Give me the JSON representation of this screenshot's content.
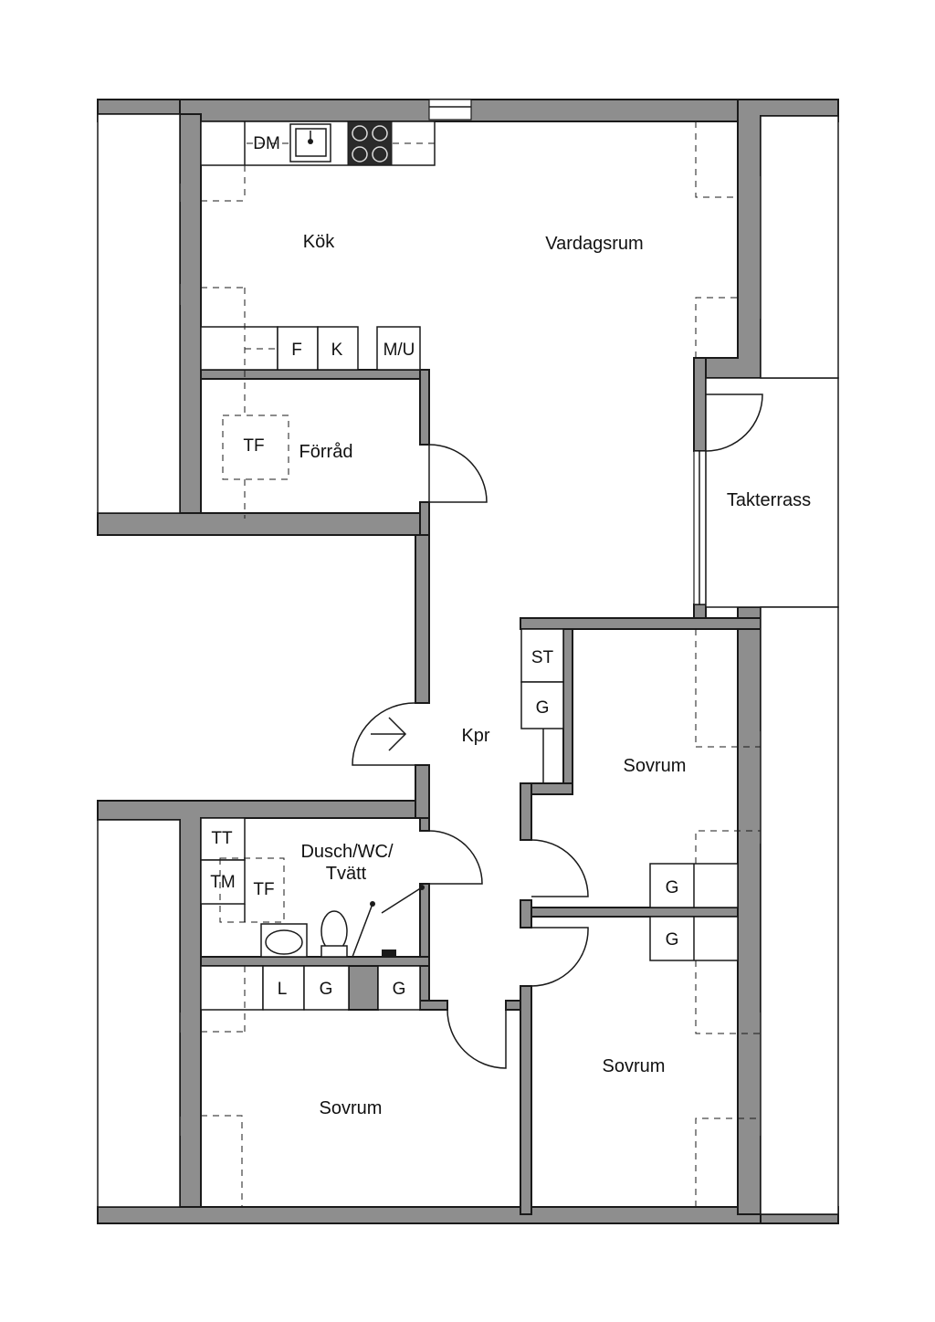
{
  "rooms": {
    "kok": "Kök",
    "vardagsrum": "Vardagsrum",
    "forrad": "Förråd",
    "takterrass": "Takterrass",
    "kpr": "Kpr",
    "sovrum_mid": "Sovrum",
    "dusch_line1": "Dusch/WC/",
    "dusch_line2": "Tvätt",
    "sovrum_bottom_left": "Sovrum",
    "sovrum_bottom_right": "Sovrum"
  },
  "fixtures": {
    "dm": "DM",
    "f": "F",
    "k": "K",
    "mu": "M/U",
    "tf_forrad": "TF",
    "st": "ST",
    "g_hall": "G",
    "tt": "TT",
    "tm": "TM",
    "tf_bath": "TF",
    "l": "L",
    "g_bottom1": "G",
    "g_bottom2": "G",
    "g_mid1": "G",
    "g_mid2": "G"
  },
  "colors": {
    "wall": "#8e8e8e",
    "line": "#1a1a1a",
    "background": "#ffffff"
  }
}
